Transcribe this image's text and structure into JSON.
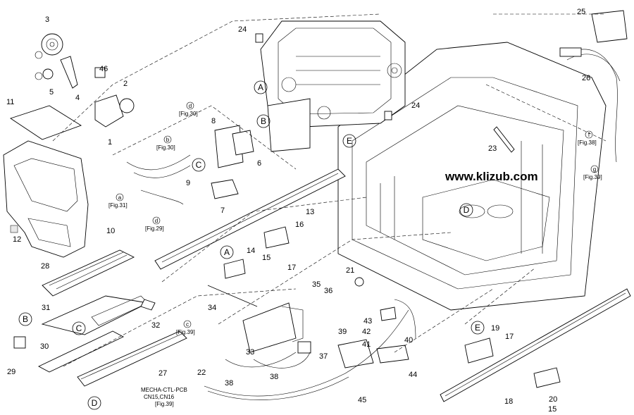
{
  "watermark": "www.klizub.com",
  "connector_note": [
    "MECHA-CTL-PCB",
    "CN15,CN16",
    "[Fig.39]"
  ],
  "callout_letters": [
    "A",
    "B",
    "E",
    "C",
    "D",
    "A",
    "B",
    "C",
    "D",
    "E"
  ],
  "part_numbers": [
    "3",
    "46",
    "2",
    "5",
    "4",
    "11",
    "1",
    "24",
    "24",
    "8",
    "25",
    "26",
    "23",
    "6",
    "9",
    "7",
    "12",
    "10",
    "13",
    "16",
    "14",
    "15",
    "17",
    "28",
    "21",
    "35",
    "36",
    "34",
    "31",
    "32",
    "43",
    "42",
    "41",
    "40",
    "39",
    "37",
    "33",
    "30",
    "29",
    "27",
    "38",
    "38",
    "44",
    "22",
    "45",
    "19",
    "17",
    "18",
    "20",
    "15"
  ],
  "figure_refs": [
    {
      "letter": "d",
      "ref": "[Fig.30]"
    },
    {
      "letter": "b",
      "ref": "[Fig.30]"
    },
    {
      "letter": "a",
      "ref": "[Fig.31]"
    },
    {
      "letter": "d",
      "ref": "[Fig.29]"
    },
    {
      "letter": "c",
      "ref": "[Fig.39]"
    },
    {
      "letter": "f",
      "ref": "[Fig.38]"
    },
    {
      "letter": "g",
      "ref": "[Fig.39]"
    }
  ]
}
